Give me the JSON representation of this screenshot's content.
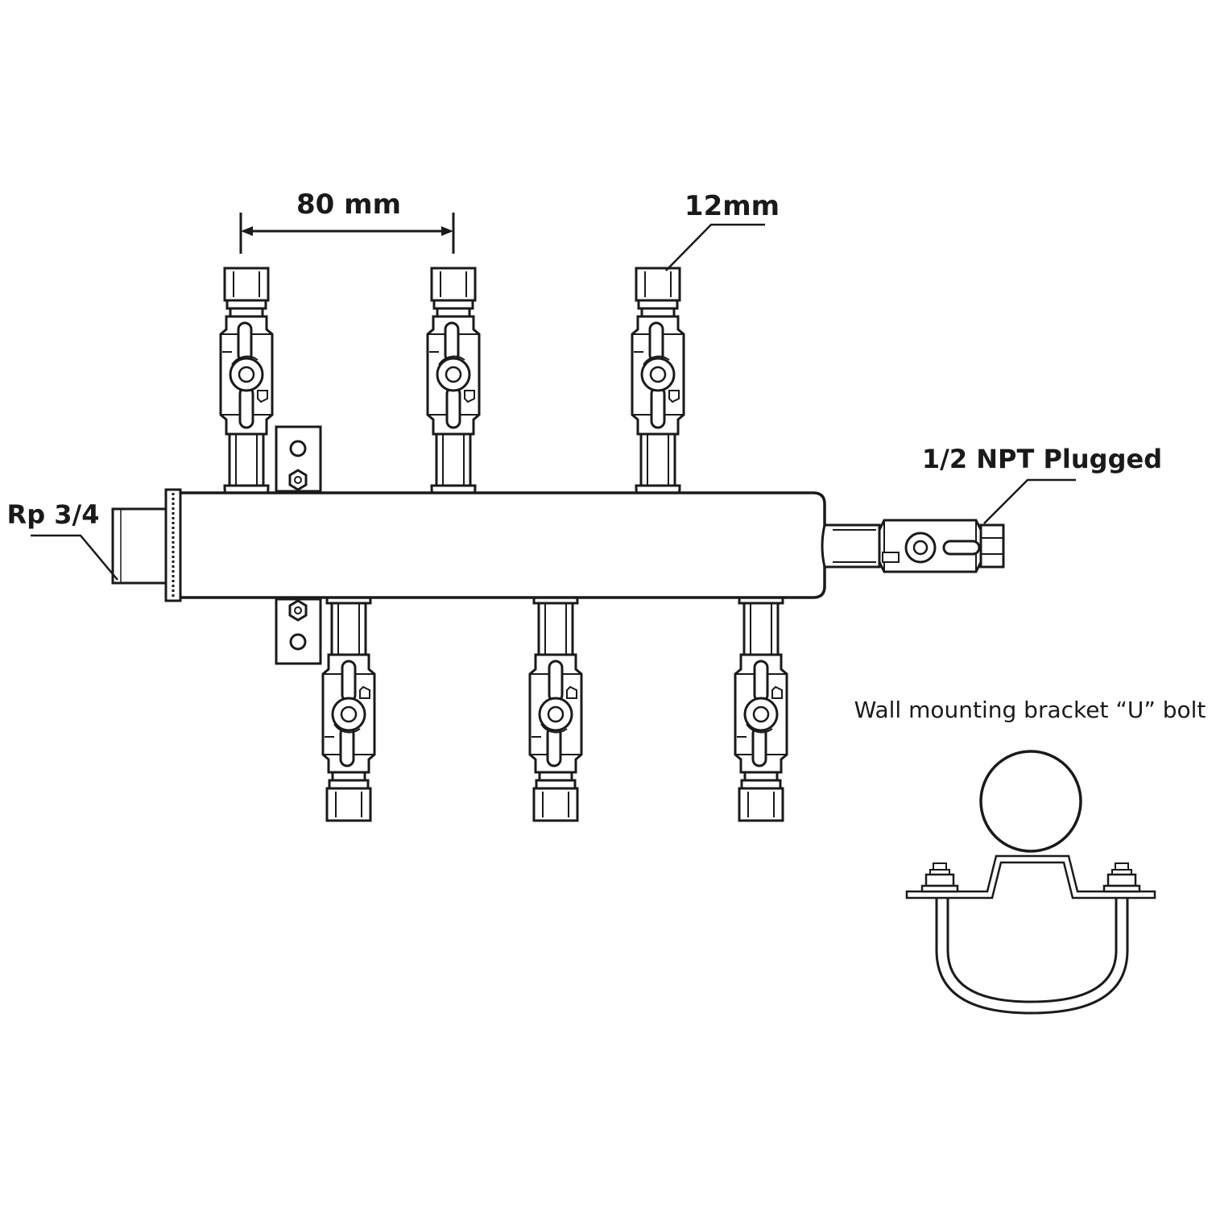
{
  "labels": {
    "spacing": "80 mm",
    "tube_size": "12mm",
    "inlet": "Rp 3/4",
    "end_plug": "1/2 NPT Plugged",
    "bracket_title": "Wall mounting bracket “U” bolt"
  },
  "colors": {
    "line": "#1a1a1a",
    "background": "#ffffff"
  }
}
